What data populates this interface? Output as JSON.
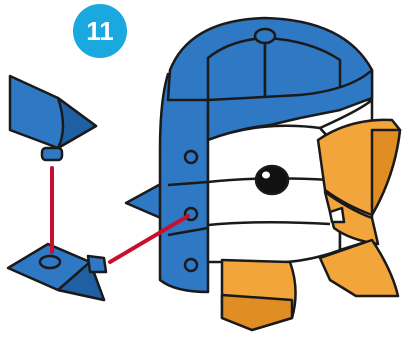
{
  "step": {
    "number": "11",
    "badge_color": "#1AA9DF"
  },
  "colors": {
    "block_blue": "#2F78C4",
    "block_blue_dark": "#1F5FA3",
    "body_white": "#FFFFFF",
    "beak_orange": "#F2A53A",
    "beak_orange_dark": "#E08E23",
    "outline": "#1A1A1A",
    "connector_line": "#C8102E"
  },
  "parts": {
    "loose_wing_top": "wing-piece",
    "loose_wing_bottom": "wing-piece-with-peg",
    "assembled_model": "penguin-bird"
  }
}
